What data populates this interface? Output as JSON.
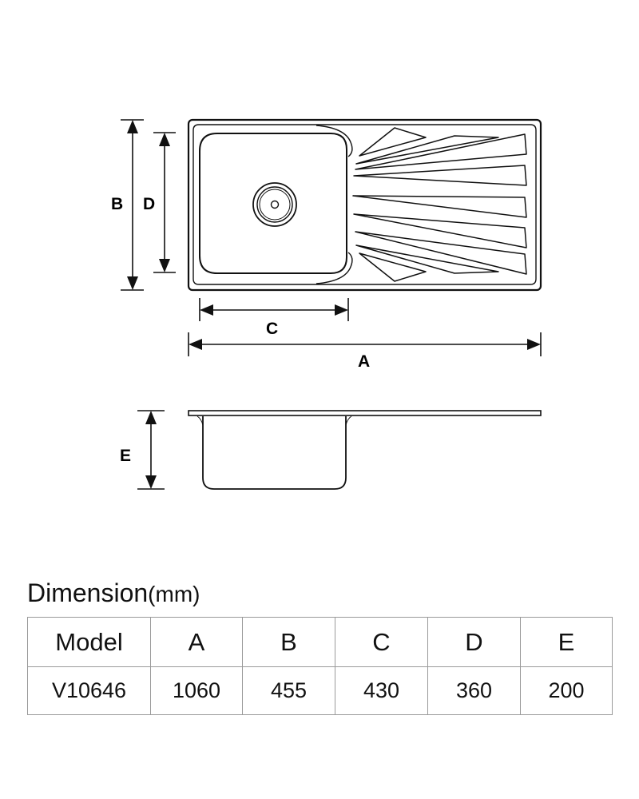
{
  "drawing": {
    "labels": {
      "a": "A",
      "b": "B",
      "c": "C",
      "d": "D",
      "e": "E"
    }
  },
  "table": {
    "title": "Dimension",
    "unit": "(mm)",
    "headers": [
      "Model",
      "A",
      "B",
      "C",
      "D",
      "E"
    ],
    "rows": [
      [
        "V10646",
        "1060",
        "455",
        "430",
        "360",
        "200"
      ]
    ]
  }
}
